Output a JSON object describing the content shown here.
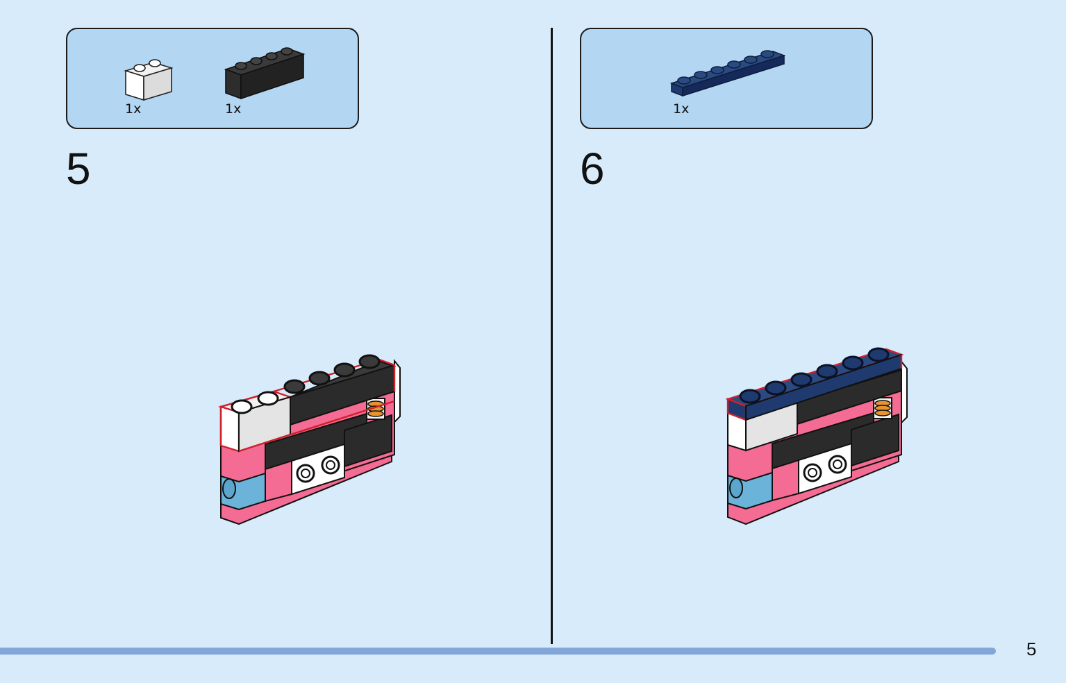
{
  "steps": [
    {
      "number": "5",
      "parts": [
        {
          "part": "white-1x2-brick",
          "color": "#ffffff",
          "quantity": "1x"
        },
        {
          "part": "black-1x4-brick",
          "color": "#2b2b2b",
          "quantity": "1x"
        }
      ]
    },
    {
      "number": "6",
      "parts": [
        {
          "part": "dark-blue-1x6-plate",
          "color": "#1e3a6e",
          "quantity": "1x"
        }
      ]
    }
  ],
  "page": {
    "number": "5"
  },
  "colors": {
    "background": "#d7ebfb",
    "parts_box": "#b3d6f3",
    "progress_bar": "#82a6d8",
    "highlight_outline": "#d0202a",
    "pink": "#f46b93",
    "light_blue": "#6bb3d8"
  }
}
